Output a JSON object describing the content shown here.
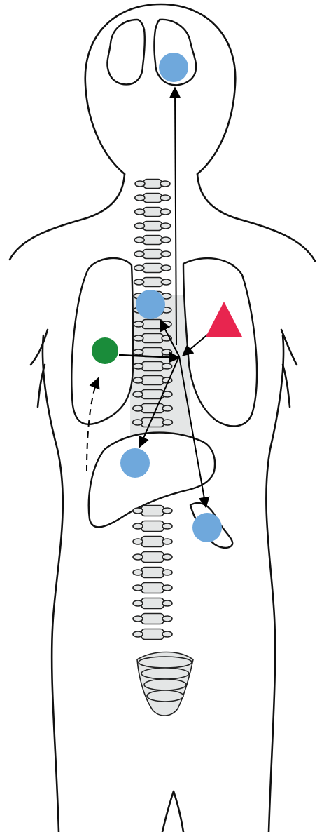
{
  "diagram": {
    "colors": {
      "metastasis_site": "#6fa8dc",
      "source_nodule": "#1a8c3a",
      "primary_tumor": "#e8254f",
      "outline": "#111111",
      "spine_shading": "#e4e6e6"
    },
    "icons": {
      "primary": "red-triangle",
      "nodule": "green-circle",
      "sites": "blue-circle"
    }
  }
}
